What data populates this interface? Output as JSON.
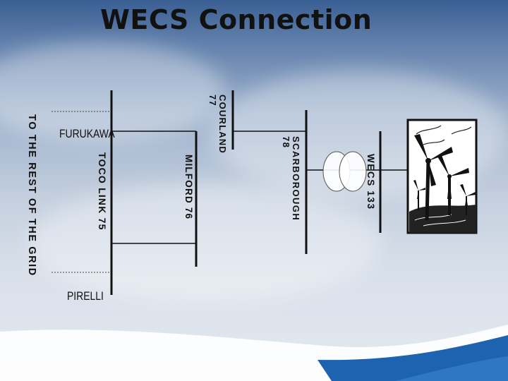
{
  "slide": {
    "title": "WECS Connection",
    "rotated_labels": {
      "grid": "TO THE REST OF THE GRID",
      "toco": "TOCO LINK 75",
      "milford": "MILFORD 76",
      "courland": "COURLAND\n77",
      "scarborough": "SCARBOROUGH\n78",
      "wecs": "WECS 133"
    },
    "horizontal_labels": {
      "furukawa": "FURUKAWA",
      "pirelli": "PIRELLI"
    },
    "icons": {
      "transformer": "transformer-symbol-icon",
      "wind_turbines": "wind-turbines-icon"
    },
    "colors": {
      "line": "#111111",
      "footer_blue": "#1d63b0"
    }
  }
}
